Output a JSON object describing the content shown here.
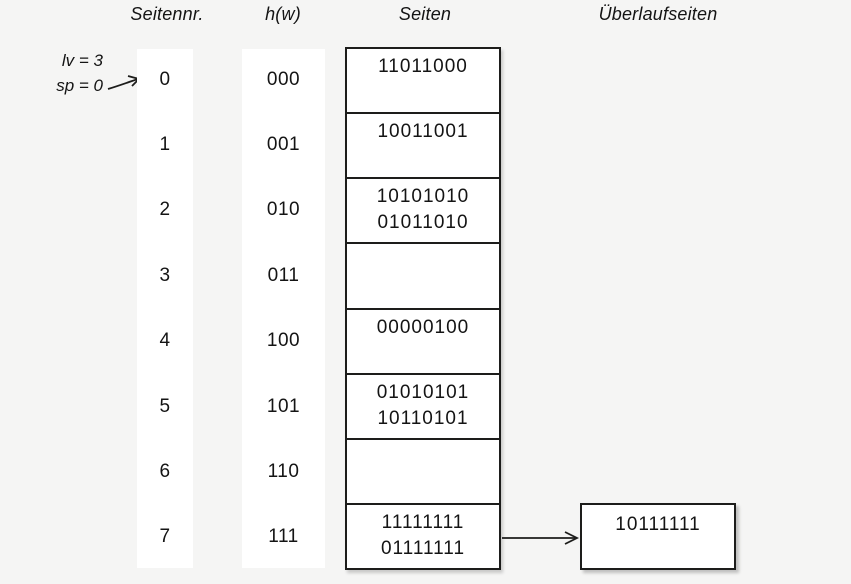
{
  "headers": {
    "seitennr": "Seitennr.",
    "hw": "h(w)",
    "seiten": "Seiten",
    "ueberlauf": "Überlaufseiten"
  },
  "annotation": {
    "line1": "lv = 3",
    "line2": "sp = 0",
    "points_to_row": "0"
  },
  "table": {
    "rows": [
      {
        "nr": "0",
        "hash": "000",
        "values": [
          "11011000"
        ]
      },
      {
        "nr": "1",
        "hash": "001",
        "values": [
          "10011001"
        ]
      },
      {
        "nr": "2",
        "hash": "010",
        "values": [
          "10101010",
          "01011010"
        ]
      },
      {
        "nr": "3",
        "hash": "011",
        "values": []
      },
      {
        "nr": "4",
        "hash": "100",
        "values": [
          "00000100"
        ]
      },
      {
        "nr": "5",
        "hash": "101",
        "values": [
          "01010101",
          "10110101"
        ]
      },
      {
        "nr": "6",
        "hash": "110",
        "values": []
      },
      {
        "nr": "7",
        "hash": "111",
        "values": [
          "11111111",
          "01111111"
        ]
      }
    ]
  },
  "overflow": {
    "linked_row": "7",
    "values": [
      "10111111"
    ]
  },
  "colors": {
    "background": "#f5f5f4",
    "stroke": "#1d1d1b",
    "bucket_fill": "#ffffff"
  },
  "icons": {
    "annotation_arrow": "arrow-up-right",
    "overflow_link_arrow": "arrow-right"
  }
}
